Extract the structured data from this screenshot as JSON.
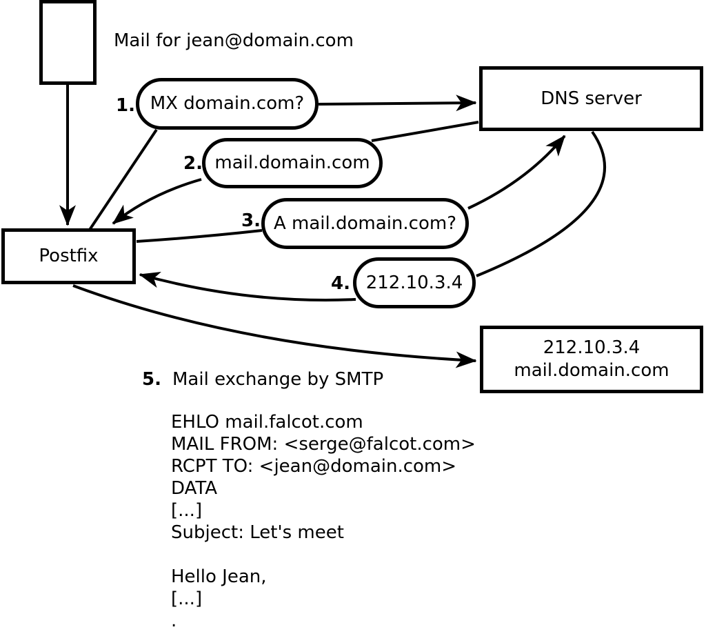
{
  "colors": {
    "ink": "#000000",
    "background": "#ffffff"
  },
  "diagram": {
    "mail_note": "Mail for jean@domain.com",
    "nodes": {
      "postfix": "Postfix",
      "dns": "DNS server",
      "mailserver_line1": "212.10.3.4",
      "mailserver_line2": "mail.domain.com"
    },
    "steps": [
      {
        "num": "1.",
        "label": "MX domain.com?"
      },
      {
        "num": "2.",
        "label": "mail.domain.com"
      },
      {
        "num": "3.",
        "label": "A mail.domain.com?"
      },
      {
        "num": "4.",
        "label": "212.10.3.4"
      },
      {
        "num": "5.",
        "label": "Mail exchange by SMTP"
      }
    ],
    "smtp_session": "EHLO mail.falcot.com\nMAIL FROM: <serge@falcot.com>\nRCPT TO: <jean@domain.com>\nDATA\n[...]\nSubject: Let's meet\n\nHello Jean,\n[...]\n."
  }
}
